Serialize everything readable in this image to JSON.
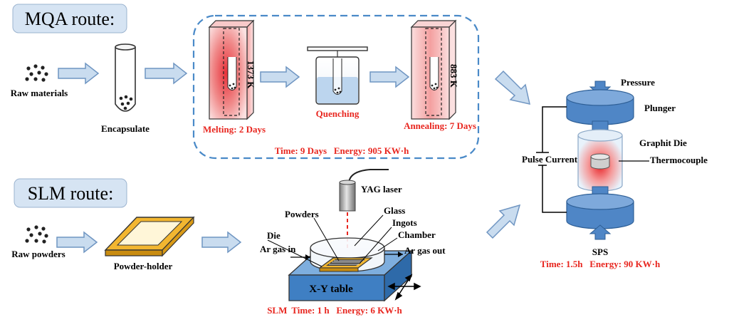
{
  "mqa": {
    "title": "MQA route:",
    "raw": "Raw materials",
    "encapsulate": "Encapsulate",
    "melt_temp": "1373 K",
    "melting": "Melting: 2 Days",
    "quenching": "Quenching",
    "anneal_temp": "883 K",
    "annealing": "Annealing: 7 Days",
    "summary": "Time: 9 Days   Energy: 905 KW·h"
  },
  "slm": {
    "title": "SLM route:",
    "raw": "Raw powders",
    "holder": "Powder-holder",
    "laser": "YAG laser",
    "powders": "Powders",
    "glass": "Glass",
    "ingots": "Ingots",
    "chamber": "Chamber",
    "die": "Die",
    "gas_in": "Ar gas in",
    "gas_out": "Ar gas out",
    "table": "X-Y table",
    "summary_prefix": "SLM",
    "summary": "Time: 1 h   Energy: 6 KW·h"
  },
  "sps": {
    "pressure": "Pressure",
    "plunger": "Plunger",
    "die": "Graphit Die",
    "thermo": "Thermocouple",
    "pulse": "Pulse Current",
    "name": "SPS",
    "summary": "Time: 1.5h   Energy: 90 KW·h"
  },
  "colors": {
    "arrow_fill": "#c9dcef",
    "arrow_stroke": "#6f95c2",
    "accent_red": "#e8261f",
    "plunger_blue": "#4f86c6",
    "table_blue": "#3f7fc3",
    "holder_gold": "#f2b630",
    "route_box": "#d6e4f3"
  }
}
